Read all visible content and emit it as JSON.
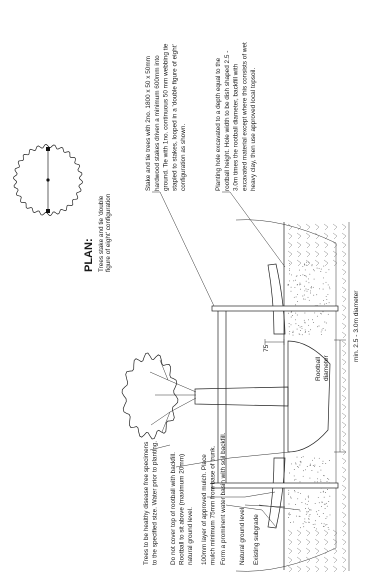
{
  "plan": {
    "title": "PLAN:",
    "caption": [
      "Trees stake and tie 'double",
      "figure of eight' configuration"
    ]
  },
  "section_notes": {
    "stake_and_tie": [
      "Stake and tie trees with 2no. 1800 x 50 x 50mm",
      "hardwood stakes driven a minimum 600mm into",
      "ground. Tie with 1no. continuous 50 mm webbing tie",
      "stapled to stakes, looped in a 'double figure of eight'",
      "configuration as shown."
    ],
    "planting_hole": [
      "Planting hole excavated to a depth equal to the",
      "rootball height. Hole width to be dish shaped 2.5 -",
      "3.0m times the rootball diameter, backfill with",
      "excavated material except where this consists of wet",
      "heavy clay, then use approved local topsoil."
    ]
  },
  "left_notes": {
    "tree_spec": [
      "Trees to be healthy disease free specimens",
      "to the specified size. Water prior to planting."
    ],
    "rootball": [
      "Do not cover top of rootball with backfill.",
      "Rootball to sit above (maximum 20mm)",
      "natural ground level."
    ],
    "mulch": [
      "100mm layer of approved mulch. Place",
      "mulch minimum 75mm from base of trunk."
    ],
    "water_basin": "Form a prominent water basin with soil backfill.",
    "natural_ground": "Natural ground level",
    "subgrade": "Existing subgrade"
  },
  "dimensions": {
    "mulch_depth": "75",
    "rootball_label": [
      "Rootball",
      "diameter"
    ],
    "hole_width": "min. 2.5 - 3.0m diameter"
  }
}
